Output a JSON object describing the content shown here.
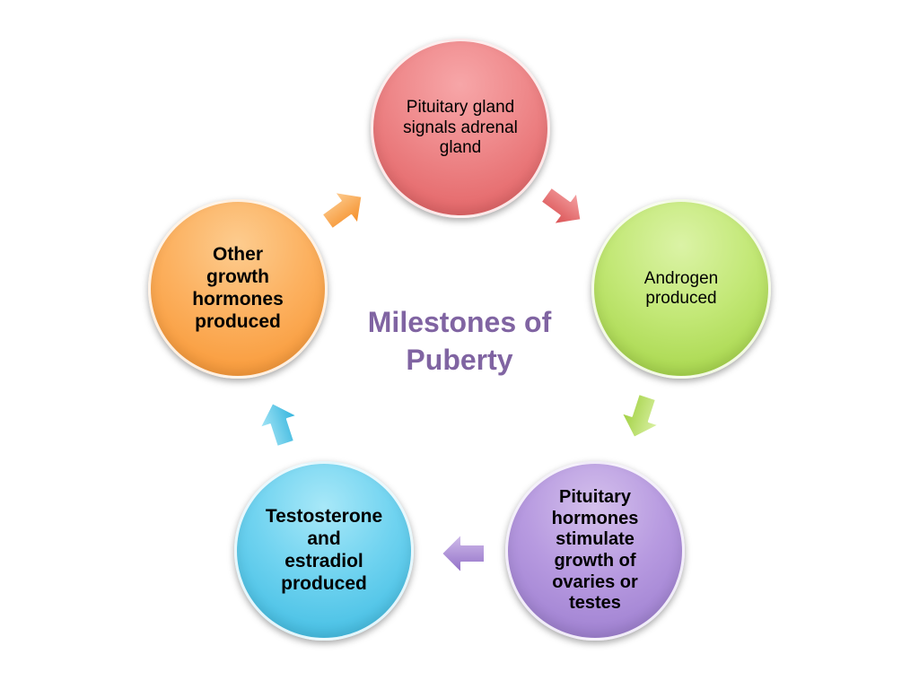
{
  "diagram": {
    "title": "Milestones of\nPuberty",
    "title_color": "#8064a2",
    "nodes": [
      {
        "label": "Pituitary gland\nsignals adrenal\ngland",
        "color": "#e85f61"
      },
      {
        "label": "Androgen\nproduced",
        "color": "#a7d648"
      },
      {
        "label": "Pituitary\nhormones\nstimulate\ngrowth of\novaries or\ntestes",
        "color": "#9f82d3"
      },
      {
        "label": "Testosterone\nand\nestradiol\nproduced",
        "color": "#3dbde4"
      },
      {
        "label": "Other\ngrowth\nhormones\nproduced",
        "color": "#f99a39"
      }
    ],
    "arrows": [
      {
        "name": "arrow-pituitary-to-androgen",
        "color": "#e26466"
      },
      {
        "name": "arrow-androgen-to-ovaries",
        "color": "#b0dc55"
      },
      {
        "name": "arrow-ovaries-to-testosterone",
        "color": "#a58ad6"
      },
      {
        "name": "arrow-testosterone-to-growth",
        "color": "#45c1e6"
      },
      {
        "name": "arrow-growth-to-pituitary",
        "color": "#f9a147"
      }
    ]
  }
}
